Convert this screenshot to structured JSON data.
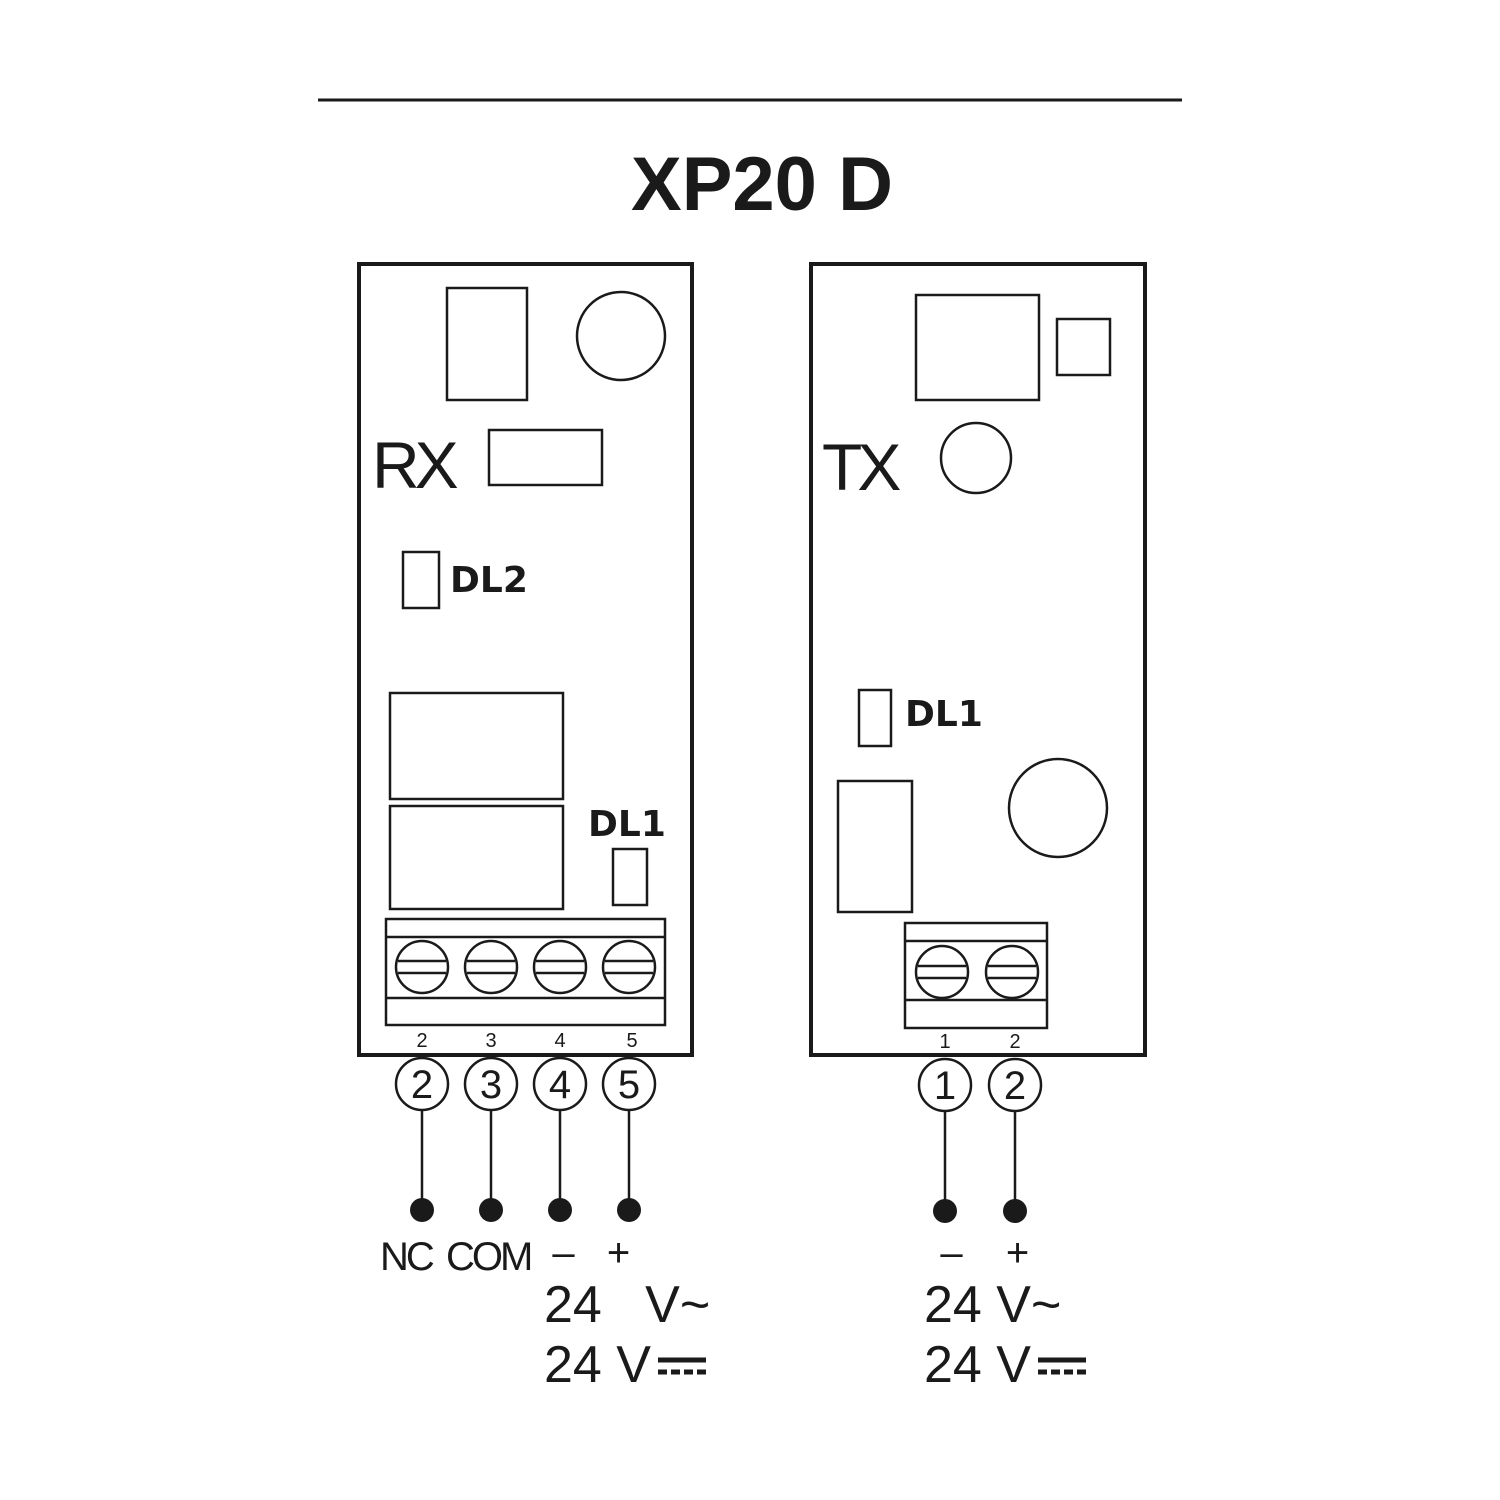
{
  "title": "XP20 D",
  "colors": {
    "ink": "#1a1a1a",
    "background": "#ffffff"
  },
  "rx": {
    "label": "RX",
    "led_top": "DL2",
    "led_bottom": "DL1",
    "terminal_numbers": [
      "2",
      "3",
      "4",
      "5"
    ],
    "terminal_circles": [
      "2",
      "3",
      "4",
      "5"
    ],
    "wire_labels": [
      "NC",
      "COM",
      "–",
      "+"
    ],
    "voltage_ac": "24   V~",
    "voltage_dc": "24 V"
  },
  "tx": {
    "label": "TX",
    "led": "DL1",
    "terminal_numbers": [
      "1",
      "2"
    ],
    "terminal_circles": [
      "1",
      "2"
    ],
    "wire_labels": [
      "–",
      "+"
    ],
    "voltage_ac": "24 V~",
    "voltage_dc": "24 V"
  }
}
